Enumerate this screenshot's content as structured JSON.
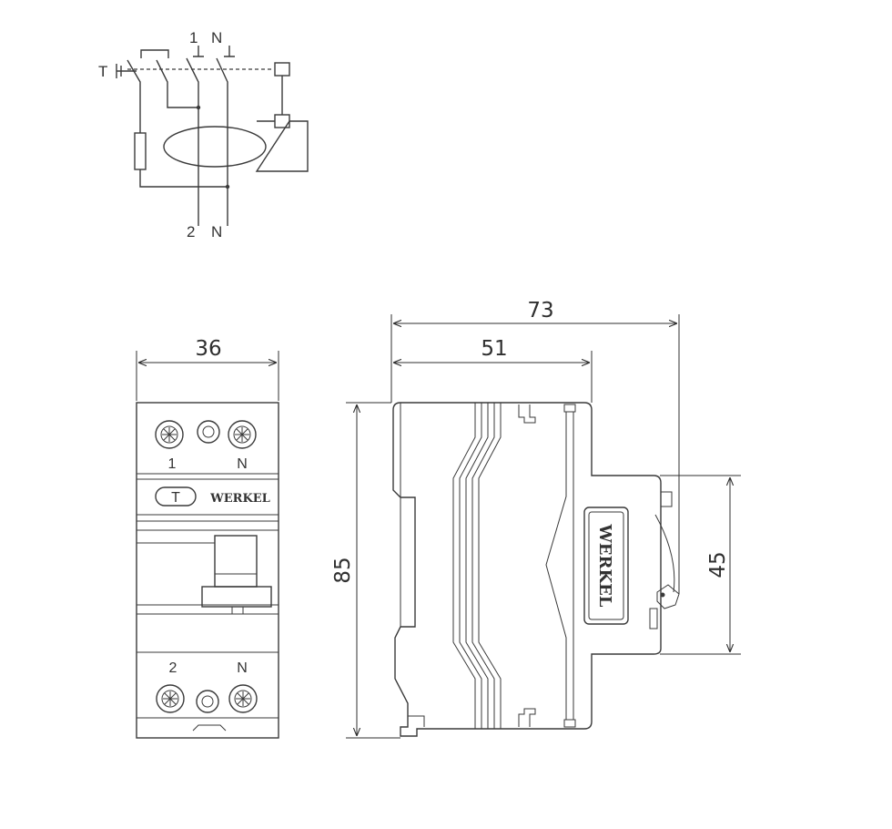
{
  "schematic": {
    "test_label": "T",
    "top_line_label": "1",
    "top_neutral_label": "N",
    "bottom_line_label": "2",
    "bottom_neutral_label": "N"
  },
  "front_view": {
    "top_terminal_line": "1",
    "top_terminal_neutral": "N",
    "test_button_label": "T",
    "brand": "WERKEL",
    "bottom_terminal_line": "2",
    "bottom_terminal_neutral": "N"
  },
  "side_view": {
    "brand": "WERKEL"
  },
  "dimensions": {
    "width_front": "36",
    "depth_total": "73",
    "depth_body": "51",
    "height_total": "85",
    "height_front_face": "45"
  }
}
